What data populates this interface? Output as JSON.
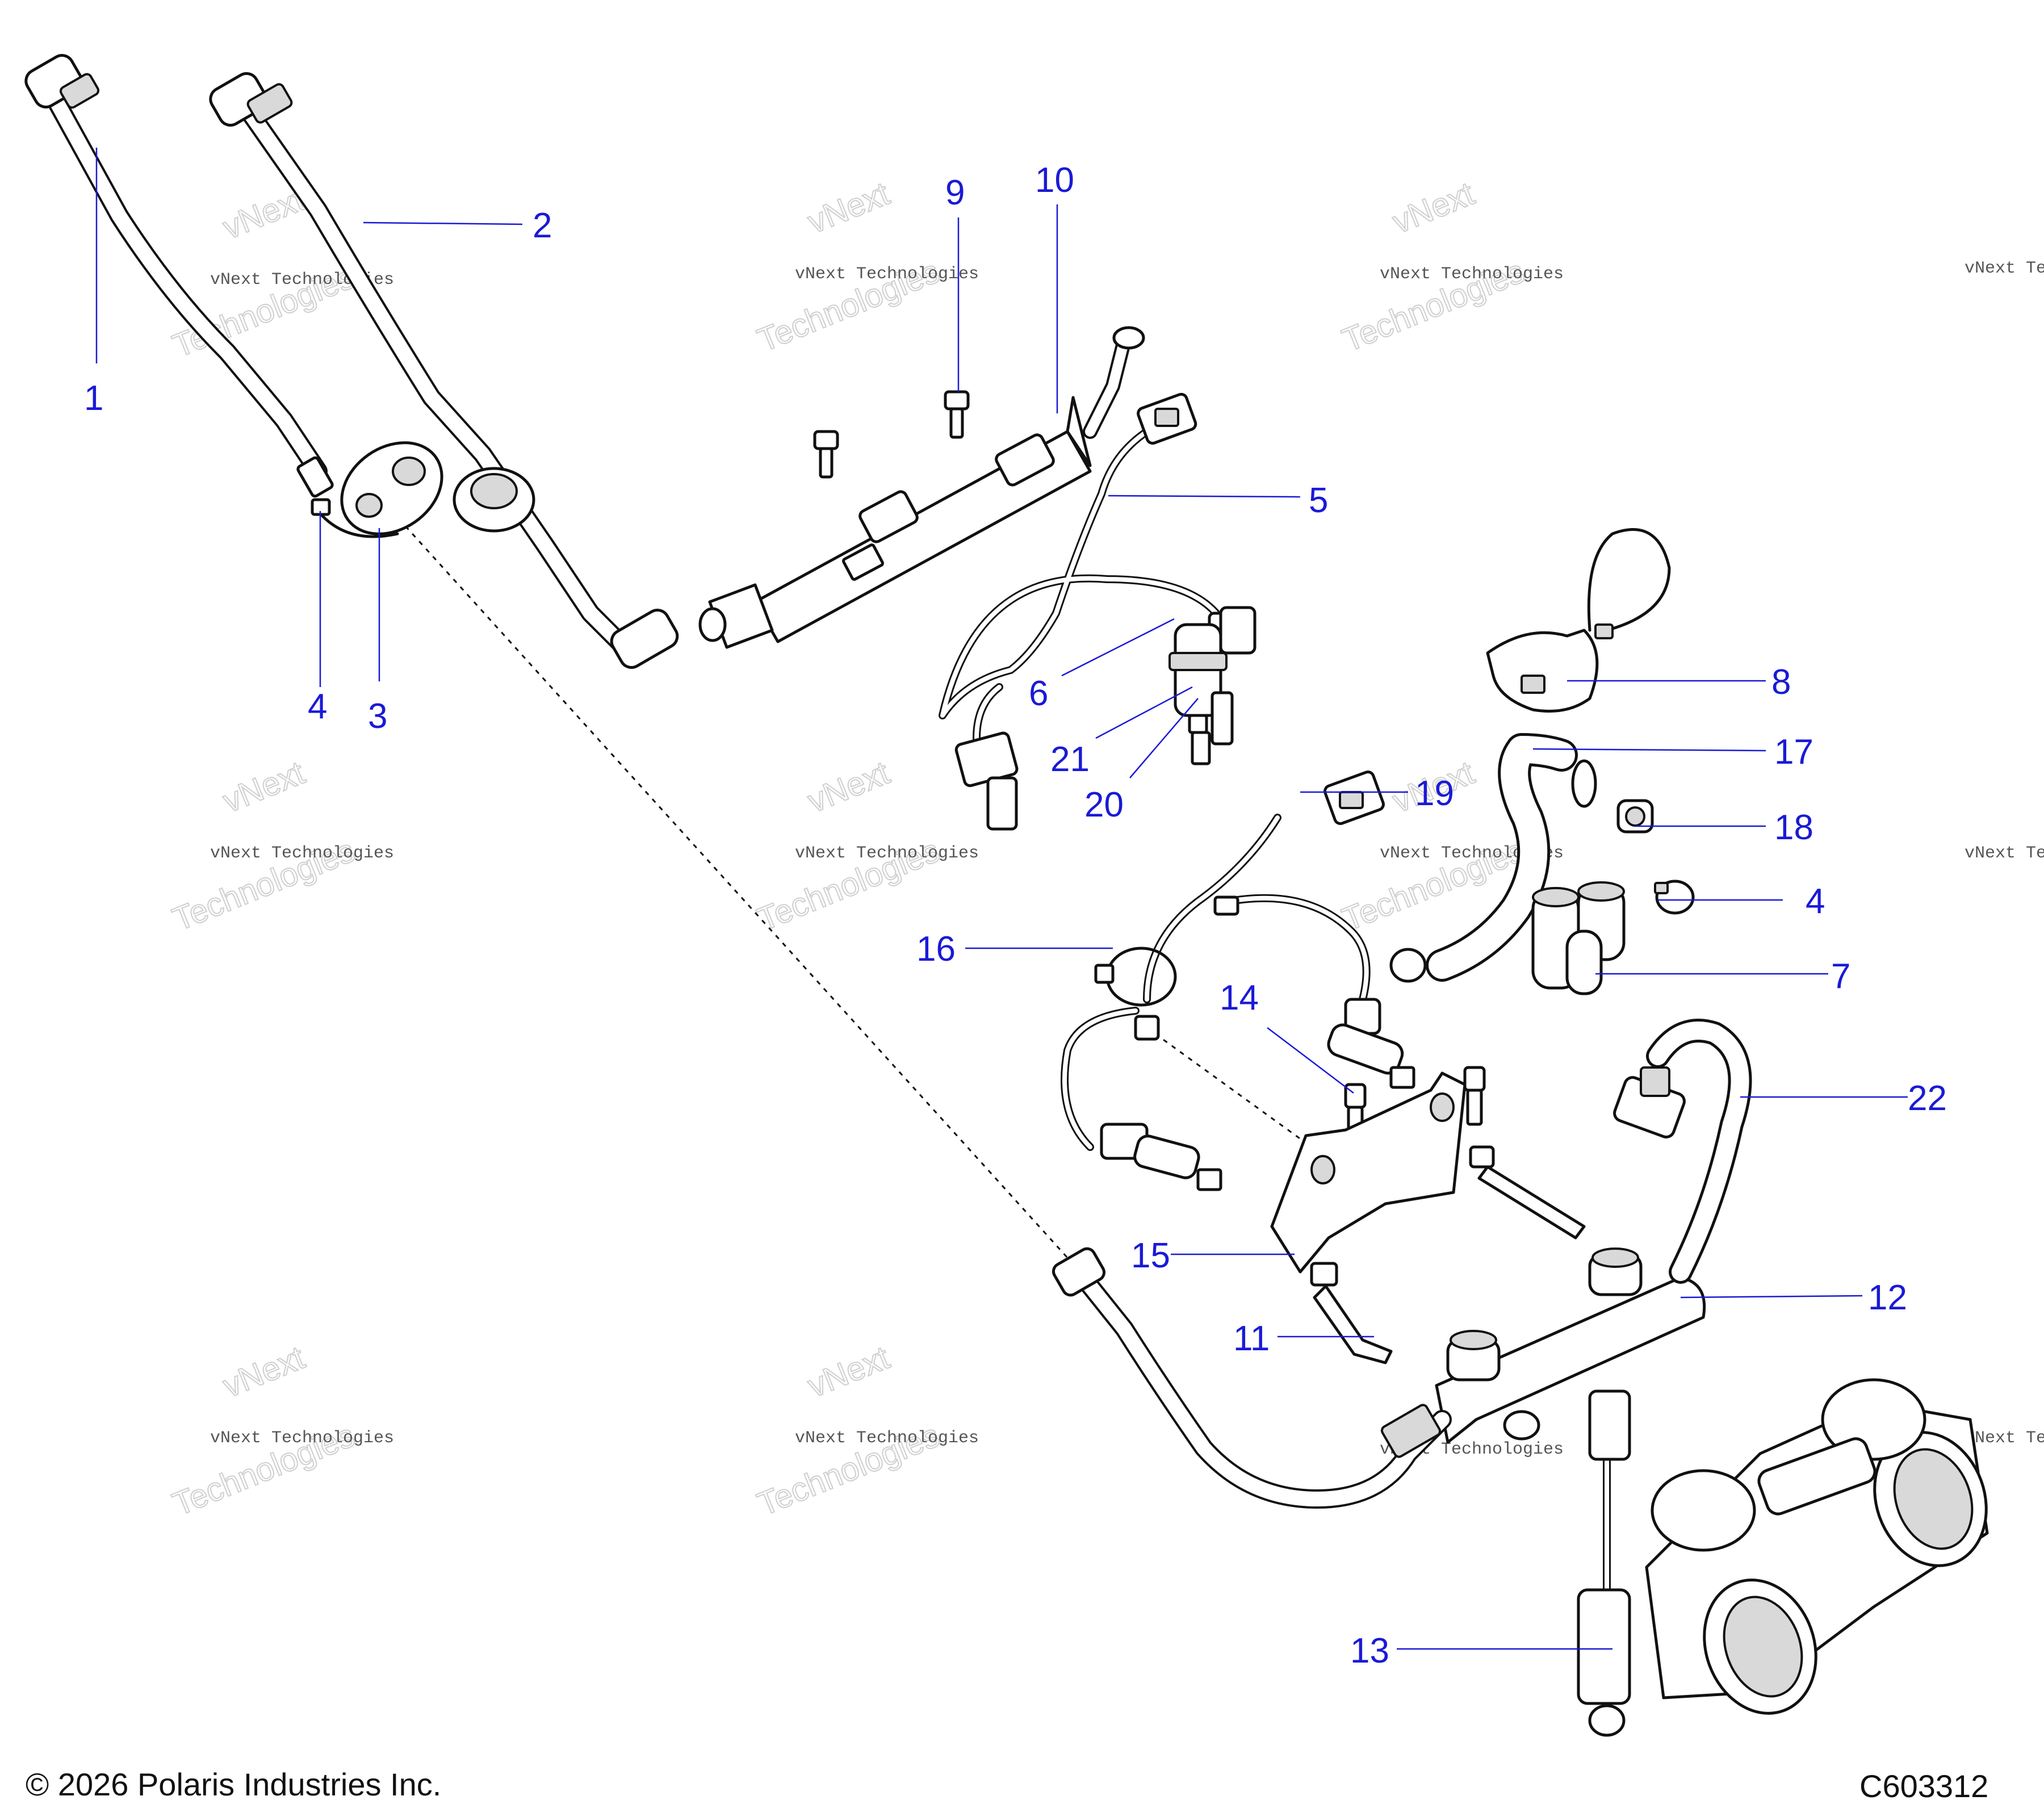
{
  "callouts": [
    {
      "id": "1",
      "label": "1"
    },
    {
      "id": "2",
      "label": "2"
    },
    {
      "id": "3",
      "label": "3"
    },
    {
      "id": "4a",
      "label": "4"
    },
    {
      "id": "5",
      "label": "5"
    },
    {
      "id": "6",
      "label": "6"
    },
    {
      "id": "7",
      "label": "7"
    },
    {
      "id": "8",
      "label": "8"
    },
    {
      "id": "9",
      "label": "9"
    },
    {
      "id": "10",
      "label": "10"
    },
    {
      "id": "11",
      "label": "11"
    },
    {
      "id": "12",
      "label": "12"
    },
    {
      "id": "13",
      "label": "13"
    },
    {
      "id": "14",
      "label": "14"
    },
    {
      "id": "15",
      "label": "15"
    },
    {
      "id": "16",
      "label": "16"
    },
    {
      "id": "17",
      "label": "17"
    },
    {
      "id": "18",
      "label": "18"
    },
    {
      "id": "19",
      "label": "19"
    },
    {
      "id": "20",
      "label": "20"
    },
    {
      "id": "21",
      "label": "21"
    },
    {
      "id": "22",
      "label": "22"
    },
    {
      "id": "4b",
      "label": "4"
    }
  ],
  "watermark": {
    "line1": "vNext Technologies",
    "line2": "vNext",
    "line3": "Technologies"
  },
  "footer": {
    "copyright": "© 2026 Polaris Industries Inc.",
    "diagram_code": "C603312"
  },
  "colors": {
    "callout": "#1a1ad6",
    "line": "#111111"
  }
}
